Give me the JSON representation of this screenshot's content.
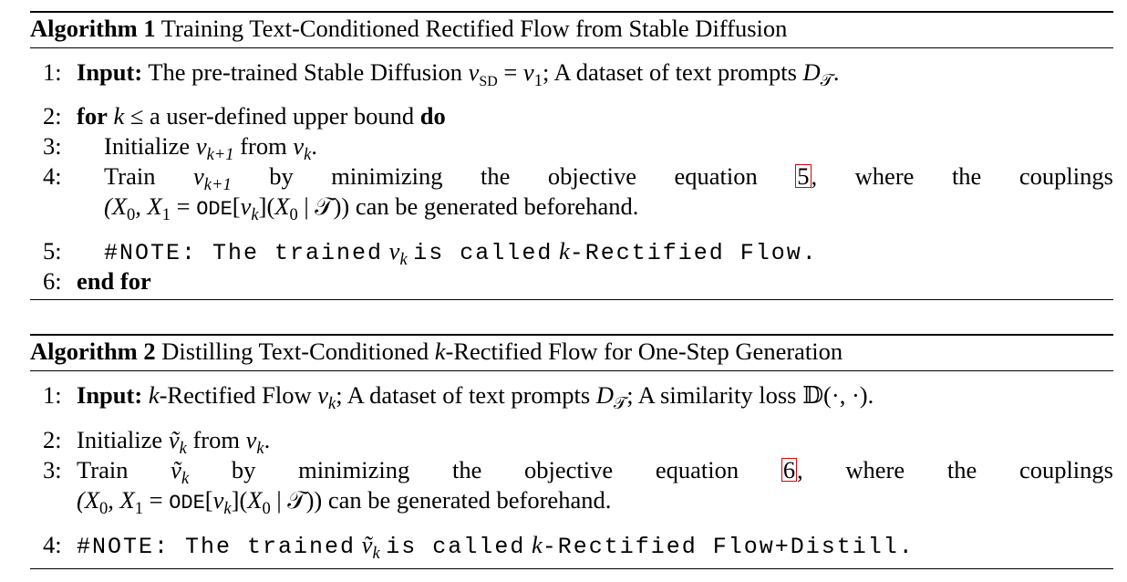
{
  "algorithm1": {
    "caption_label": "Algorithm 1",
    "caption_text": "Training Text-Conditioned Rectified Flow from Stable Diffusion",
    "lines": [
      {
        "num": "1:",
        "label": "Input:",
        "text_a": "The pre-trained Stable Diffusion",
        "v": "v",
        "sd": "SD",
        "eq": "=",
        "v1": "v",
        "one": "1",
        "text_b": "; A dataset of text prompts",
        "D": "D",
        "T": "𝒯",
        "end": "."
      },
      {
        "num": "2:",
        "kw_for": "for",
        "k": "k",
        "le": "≤",
        "text": "a user-defined upper bound",
        "kw_do": "do"
      },
      {
        "num": "3:",
        "text_a": "Initialize",
        "v": "v",
        "sub_a": "k+1",
        "text_b": "from",
        "v2": "v",
        "sub_b": "k",
        "end": "."
      },
      {
        "num": "4:",
        "words": [
          "Train",
          "v_{k+1}",
          "by",
          "minimizing",
          "the",
          "objective",
          "equation",
          "5,",
          "where",
          "the",
          "couplings"
        ],
        "cont_a": "(X",
        "cont_zero": "0",
        "cont_b": ", X",
        "cont_one": "1",
        "cont_c": " = ",
        "ode": "ODE",
        "cont_d": "[v",
        "cont_k": "k",
        "cont_e": "](X",
        "cont_zero2": "0",
        "cont_f": " | 𝒯))",
        "cont_text": "can be generated beforehand."
      },
      {
        "num": "5:",
        "note_a": "#NOTE: The trained",
        "v": "v",
        "k": "k",
        "note_b": "is called",
        "kk": "k",
        "note_c": "-Rectified Flow."
      },
      {
        "num": "6:",
        "kw_end": "end for"
      }
    ],
    "ref": "5"
  },
  "algorithm2": {
    "caption_label": "Algorithm 2",
    "caption_text_a": "Distilling Text-Conditioned",
    "caption_k": "k",
    "caption_text_b": "-Rectified Flow for One-Step Generation",
    "lines": [
      {
        "num": "1:",
        "label": "Input:",
        "k": "k",
        "text_a": "-Rectified Flow",
        "v": "v",
        "sub": "k",
        "text_b": "; A dataset of text prompts",
        "D": "D",
        "T": "𝒯",
        "text_c": "; A similarity loss",
        "dd": "𝔻(·, ·)."
      },
      {
        "num": "2:",
        "text_a": "Initialize",
        "vt": "ṽ",
        "sub": "k",
        "text_b": "from",
        "v": "v",
        "sub2": "k",
        "end": "."
      },
      {
        "num": "3:",
        "words": [
          "Train",
          "ṽ_k",
          "by",
          "minimizing",
          "the",
          "objective",
          "equation",
          "6,",
          "where",
          "the",
          "couplings"
        ],
        "cont_text": "can be generated beforehand."
      },
      {
        "num": "4:",
        "note_a": "#NOTE: The trained",
        "vt": "ṽ",
        "k": "k",
        "note_b": "is called",
        "kk": "k",
        "note_c": "-Rectified Flow+Distill."
      }
    ],
    "ref": "6"
  },
  "colors": {
    "ref_box": "#e00000",
    "text": "#000000"
  }
}
